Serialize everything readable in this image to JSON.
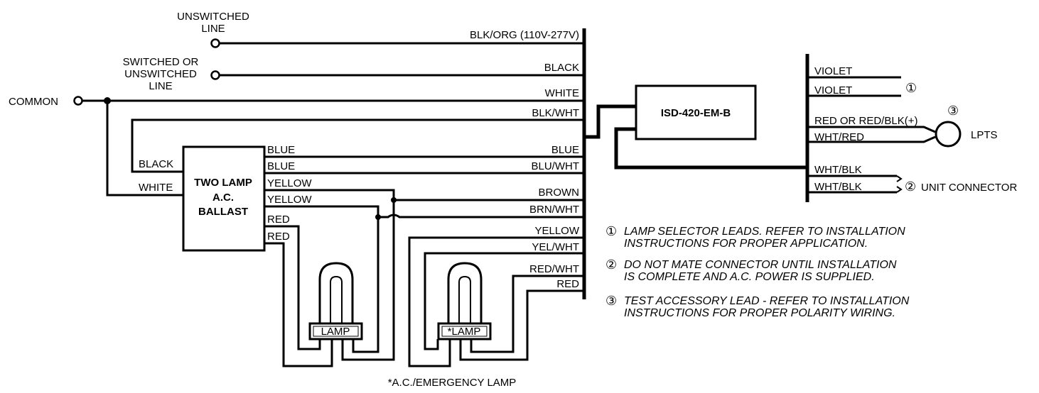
{
  "inputs": {
    "unswitched_line_1": "UNSWITCHED",
    "unswitched_line_2": "LINE",
    "switched_1": "SWITCHED OR",
    "switched_2": "UNSWITCHED",
    "switched_3": "LINE",
    "common": "COMMON"
  },
  "bus_wires": {
    "blk_org": "BLK/ORG (110V-277V)",
    "black": "BLACK",
    "white": "WHITE",
    "blk_wht": "BLK/WHT",
    "blue": "BLUE",
    "blu_wht": "BLU/WHT",
    "brown": "BROWN",
    "brn_wht": "BRN/WHT",
    "yellow": "YELLOW",
    "yel_wht": "YEL/WHT",
    "red_wht": "RED/WHT",
    "red": "RED"
  },
  "ballast": {
    "title_1": "TWO LAMP",
    "title_2": "A.C.",
    "title_3": "BALLAST",
    "in_black": "BLACK",
    "in_white": "WHITE",
    "out_blue_1": "BLUE",
    "out_blue_2": "BLUE",
    "out_yellow_1": "YELLOW",
    "out_yellow_2": "YELLOW",
    "out_red_1": "RED",
    "out_red_2": "RED"
  },
  "lamps": {
    "lamp_1": "LAMP",
    "lamp_2": "*LAMP",
    "footnote": "*A.C./EMERGENCY LAMP"
  },
  "module": {
    "name": "ISD-420-EM-B"
  },
  "right_bus": {
    "violet_1": "VIOLET",
    "violet_2": "VIOLET",
    "red_or_red_blk": "RED OR RED/BLK(+)",
    "wht_red": "WHT/RED",
    "wht_blk_1": "WHT/BLK",
    "wht_blk_2": "WHT/BLK",
    "marker_1": "①",
    "marker_2": "②",
    "marker_3": "③",
    "lpts": "LPTS",
    "unit_connector": "UNIT CONNECTOR"
  },
  "notes": [
    {
      "marker": "①",
      "line_1": "LAMP SELECTOR LEADS. REFER TO INSTALLATION",
      "line_2": "INSTRUCTIONS FOR PROPER APPLICATION."
    },
    {
      "marker": "②",
      "line_1": "DO NOT MATE CONNECTOR UNTIL INSTALLATION",
      "line_2": "IS COMPLETE AND A.C. POWER IS SUPPLIED."
    },
    {
      "marker": "③",
      "line_1": "TEST ACCESSORY LEAD - REFER TO INSTALLATION",
      "line_2": "INSTRUCTIONS FOR PROPER POLARITY WIRING."
    }
  ]
}
